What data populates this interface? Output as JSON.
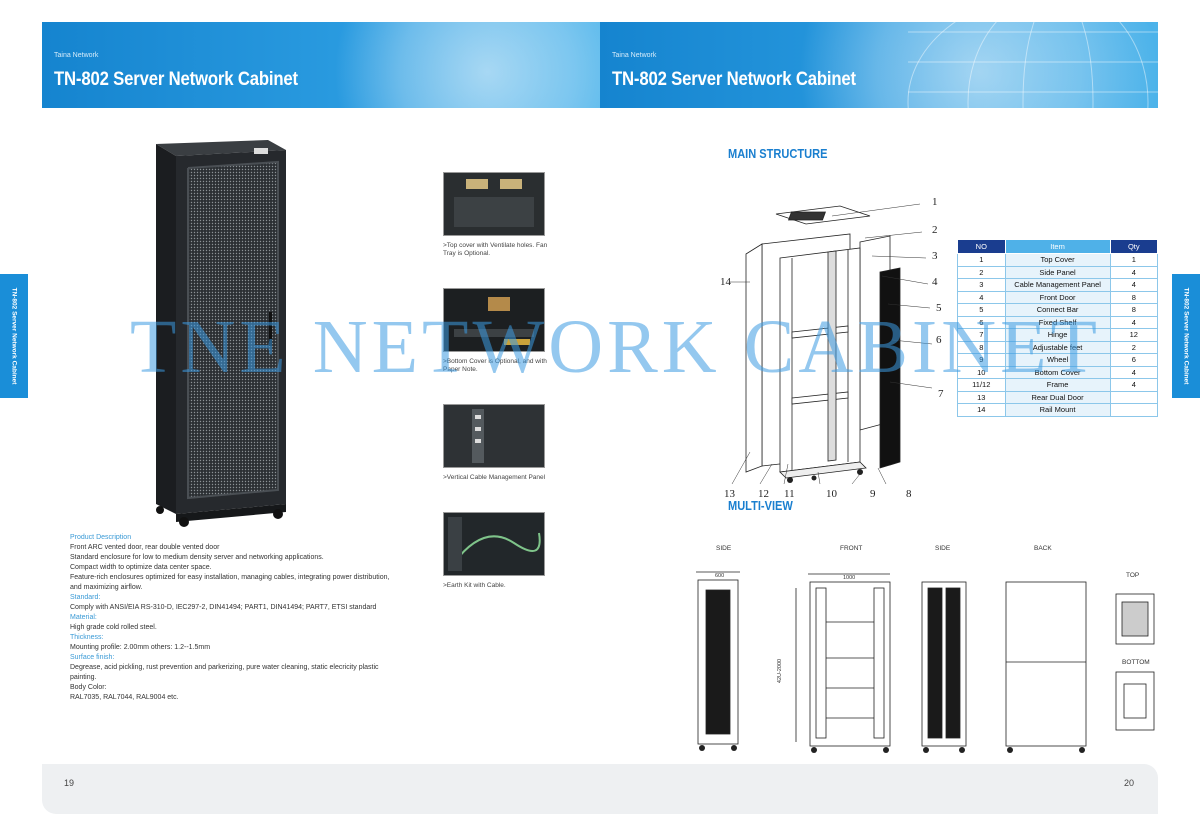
{
  "header": {
    "brand": "Taina Network",
    "title": "TN-802 Server Network Cabinet"
  },
  "side_tab": "TN-802 Server Network Cabinet",
  "watermark": "TNE NETWORK CABINET",
  "left_page": {
    "page_number": "19",
    "features": [
      {
        "caption": ">Top cover with Ventilate holes. Fan Tray is Optional."
      },
      {
        "caption": ">Bottom Cover is Optional, and with Paper Note."
      },
      {
        "caption": ">Vertical Cable Management Panel"
      },
      {
        "caption": ">Earth Kit with Cable."
      }
    ],
    "description": [
      {
        "type": "heading",
        "text": "Product Description"
      },
      {
        "type": "text",
        "text": "Front ARC vented door, rear double vented door"
      },
      {
        "type": "text",
        "text": "Standard enclosure for low to medium density server and networking applications."
      },
      {
        "type": "text",
        "text": "Compact width to optimize data center space."
      },
      {
        "type": "text",
        "text": "Feature-rich enclosures optimized for easy installation, managing cables, integrating power distribution, and maximizing airflow."
      },
      {
        "type": "heading",
        "text": "Standard:"
      },
      {
        "type": "text",
        "text": "Comply with ANSI/EIA RS-310-D, IEC297-2, DIN41494; PART1, DIN41494; PART7, ETSI standard"
      },
      {
        "type": "heading",
        "text": "Material:"
      },
      {
        "type": "text",
        "text": "High grade cold rolled steel."
      },
      {
        "type": "heading",
        "text": "Thickness:"
      },
      {
        "type": "text",
        "text": "Mounting profile: 2.00mm others: 1.2--1.5mm"
      },
      {
        "type": "heading",
        "text": "Surface finish:"
      },
      {
        "type": "text",
        "text": "Degrease, acid pickling, rust prevention and parkerizing, pure water cleaning, static elecricity plastic painting."
      },
      {
        "type": "text",
        "text": "Body Color:"
      },
      {
        "type": "text",
        "text": "RAL7035, RAL7044, RAL9004 etc."
      }
    ]
  },
  "right_page": {
    "page_number": "20",
    "main_structure_title": "MAIN STRUCTURE",
    "multi_view_title": "MULTI-VIEW",
    "callouts": [
      "1",
      "2",
      "3",
      "4",
      "5",
      "6",
      "7",
      "14",
      "13",
      "12",
      "11",
      "10",
      "9",
      "8"
    ],
    "table": {
      "headers": {
        "no": "NO",
        "item": "Item",
        "qty": "Qty"
      },
      "rows": [
        {
          "no": "1",
          "item": "Top Cover",
          "qty": "1"
        },
        {
          "no": "2",
          "item": "Side Panel",
          "qty": "4"
        },
        {
          "no": "3",
          "item": "Cable Management Panel",
          "qty": "4"
        },
        {
          "no": "4",
          "item": "Front Door",
          "qty": "8"
        },
        {
          "no": "5",
          "item": "Connect Bar",
          "qty": "8"
        },
        {
          "no": "6",
          "item": "Fixed Shelf",
          "qty": "4"
        },
        {
          "no": "7",
          "item": "Hinge",
          "qty": "12"
        },
        {
          "no": "8",
          "item": "Adjustable feet",
          "qty": "2"
        },
        {
          "no": "9",
          "item": "Wheel",
          "qty": "6"
        },
        {
          "no": "10",
          "item": "Bottom Cover",
          "qty": "4"
        },
        {
          "no": "11/12",
          "item": "Frame",
          "qty": "4"
        },
        {
          "no": "13",
          "item": "Rear Dual Door",
          "qty": ""
        },
        {
          "no": "14",
          "item": "Rail Mount",
          "qty": ""
        }
      ]
    },
    "views": {
      "side1": "SIDE",
      "front": "FRONT",
      "side2": "SIDE",
      "back": "BACK",
      "top": "TOP",
      "bottom": "BOTTOM"
    },
    "dimensions": {
      "width": "600",
      "depth": "1000",
      "height": "42U-2000"
    }
  },
  "colors": {
    "header_blue": "#1584cf",
    "accent_blue": "#1a7fcf",
    "table_header_dark": "#1a3d8f",
    "table_header_light": "#4fb1e8"
  }
}
